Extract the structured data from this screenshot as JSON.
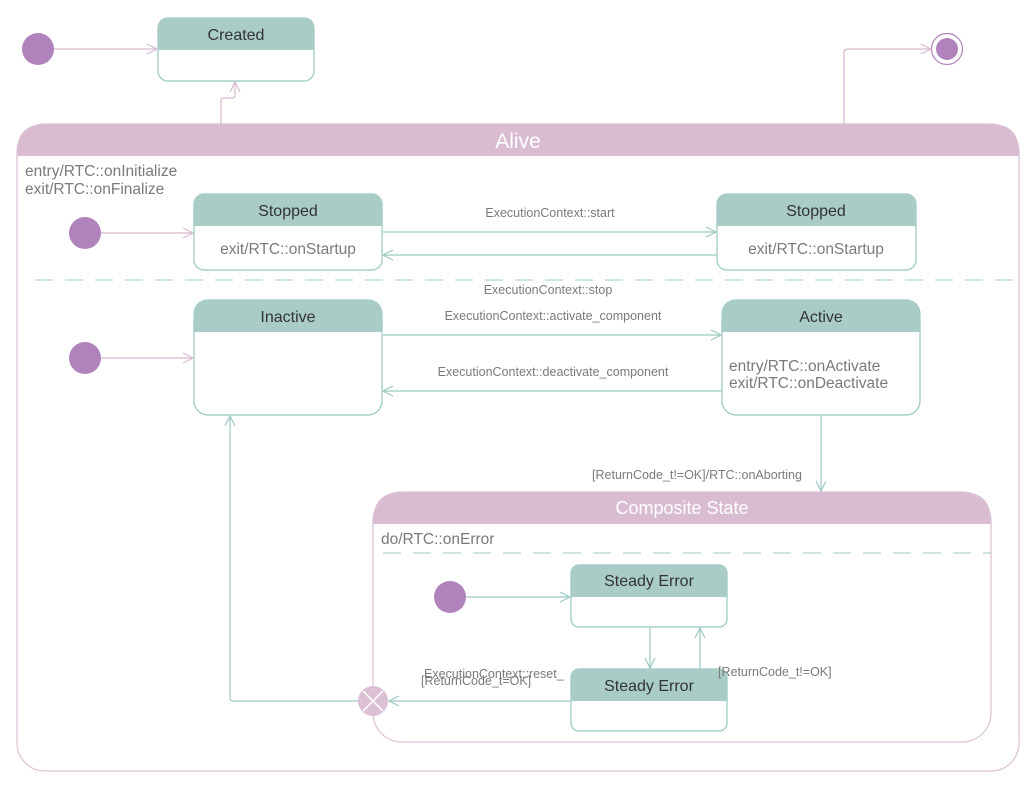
{
  "colors": {
    "state_header": "#a9ccc6",
    "state_border": "#98c8bf",
    "composite_header": "#d9bcd2",
    "composite_border": "#dcc0d5",
    "initial_node": "#b183bd",
    "line": "#9cc9c2",
    "final_node": "#b183bd",
    "terminate_node": "#dcc0d5"
  },
  "states": {
    "created": {
      "title": "Created"
    },
    "alive": {
      "title": "Alive",
      "entry": "entry/RTC::onInitialize",
      "exit": "exit/RTC::onFinalize"
    },
    "stopped_left": {
      "title": "Stopped",
      "body": "exit/RTC::onStartup"
    },
    "stopped_right": {
      "title": "Stopped",
      "body": "exit/RTC::onStartup"
    },
    "inactive": {
      "title": "Inactive"
    },
    "active": {
      "title": "Active",
      "entry": "entry/RTC::onActivate",
      "exit": "exit/RTC::onDeactivate"
    },
    "composite": {
      "title": "Composite State",
      "do": "do/RTC::onError"
    },
    "steady_error_top": {
      "title": "Steady Error"
    },
    "steady_error_bottom": {
      "title": "Steady Error"
    }
  },
  "transitions": {
    "start": "ExecutionContext::start",
    "stop": "ExecutionContext::stop",
    "activate": "ExecutionContext::activate_component",
    "deactivate": "ExecutionContext::deactivate_component",
    "aborting": "[ReturnCode_t!=OK]/RTC::onAborting",
    "reset": "ExecutionContext::reset_",
    "returncode_ok": "[ReturnCode_t=OK]",
    "returncode_not_ok": "[ReturnCode_t!=OK]"
  }
}
